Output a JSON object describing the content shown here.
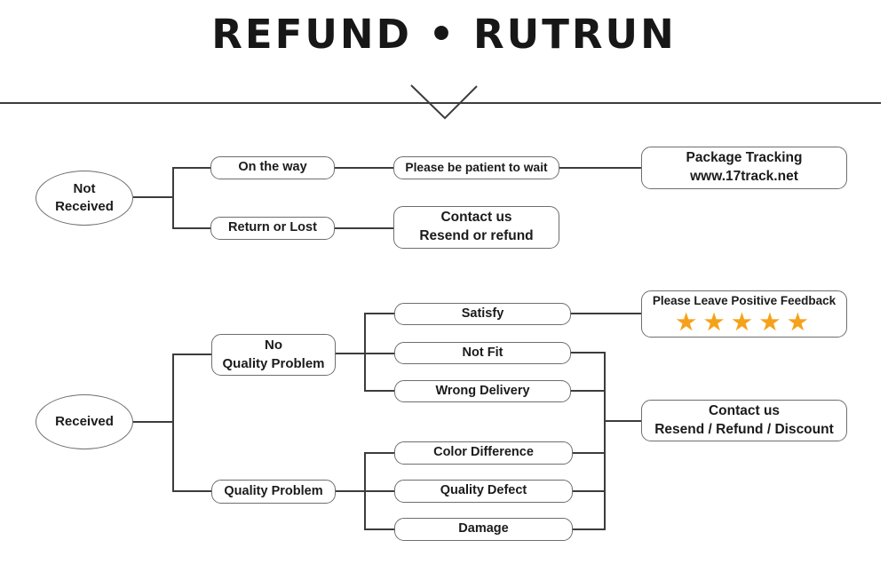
{
  "title": "REFUND • RUTRUN",
  "colors": {
    "line": "#3c3c3c",
    "box_border": "#6e6e6e",
    "text": "#1b1b1b",
    "star": "#F5A21B",
    "background": "#ffffff"
  },
  "not_received_flow": {
    "root": "Not\nReceived",
    "on_the_way": "On the way",
    "please_wait": "Please be patient to wait",
    "package_tracking": "Package Tracking\nwww.17track.net",
    "return_or_lost": "Return or Lost",
    "contact_us": "Contact us\nResend or refund"
  },
  "received_flow": {
    "root": "Received",
    "no_quality_problem": "No\nQuality Problem",
    "quality_problem": "Quality Problem",
    "satisfy": "Satisfy",
    "not_fit": "Not Fit",
    "wrong_delivery": "Wrong Delivery",
    "color_difference": "Color Difference",
    "quality_defect": "Quality Defect",
    "damage": "Damage",
    "positive_feedback": {
      "label": "Please Leave Positive Feedback",
      "star_count": 5
    },
    "contact_us": "Contact us\nResend / Refund / Discount"
  }
}
